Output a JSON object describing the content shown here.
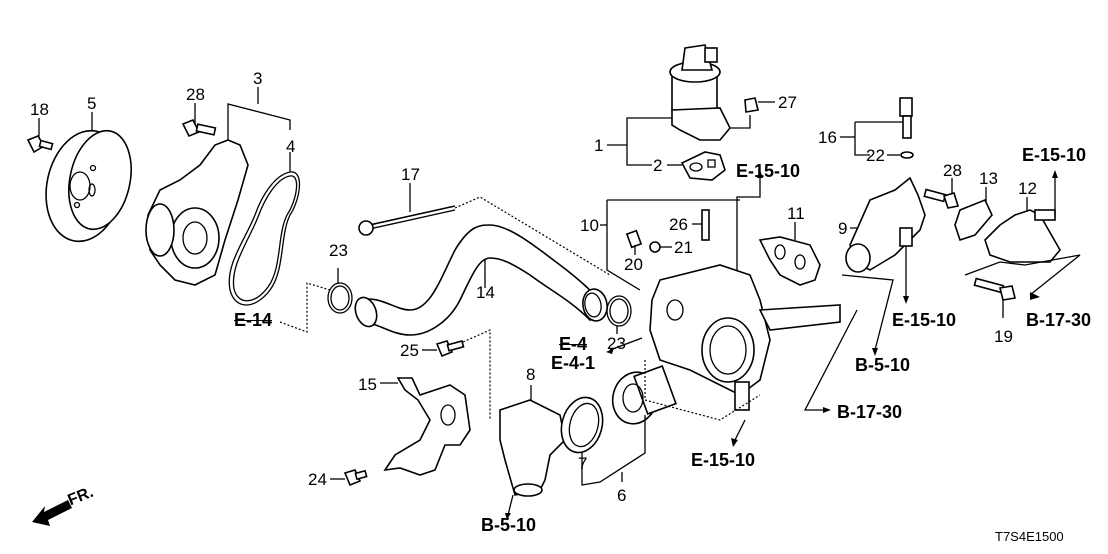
{
  "diagram": {
    "title": "Water pump / thermostat / EGR valve exploded parts diagram",
    "diagram_code": "T7S4E1500",
    "direction_indicator": "FR.",
    "part_callouts": [
      {
        "id": "p1",
        "label": "1",
        "part": "egr-valve-assembly"
      },
      {
        "id": "p2",
        "label": "2",
        "part": "egr-gasket"
      },
      {
        "id": "p3",
        "label": "3",
        "part": "water-pump-assembly"
      },
      {
        "id": "p4",
        "label": "4",
        "part": "water-pump-o-ring"
      },
      {
        "id": "p5",
        "label": "5",
        "part": "water-pump-pulley"
      },
      {
        "id": "p6",
        "label": "6",
        "part": "thermostat-assembly"
      },
      {
        "id": "p7",
        "label": "7",
        "part": "thermostat-seal"
      },
      {
        "id": "p8",
        "label": "8",
        "part": "thermostat-cover"
      },
      {
        "id": "p9",
        "label": "9",
        "part": "water-outlet"
      },
      {
        "id": "p10",
        "label": "10",
        "part": "water-passage-assembly"
      },
      {
        "id": "p11",
        "label": "11",
        "part": "water-passage-gasket"
      },
      {
        "id": "p12",
        "label": "12",
        "part": "water-bypass-joint"
      },
      {
        "id": "p13",
        "label": "13",
        "part": "bypass-gasket"
      },
      {
        "id": "p14",
        "label": "14",
        "part": "connecting-pipe"
      },
      {
        "id": "p15",
        "label": "15",
        "part": "pipe-bracket"
      },
      {
        "id": "p16",
        "label": "16",
        "part": "coolant-temperature-sensor"
      },
      {
        "id": "p17",
        "label": "17",
        "part": "stud-bolt"
      },
      {
        "id": "p18",
        "label": "18",
        "part": "flange-bolt"
      },
      {
        "id": "p19",
        "label": "19",
        "part": "flange-bolt"
      },
      {
        "id": "p20",
        "label": "20",
        "part": "plug"
      },
      {
        "id": "p21",
        "label": "21",
        "part": "washer"
      },
      {
        "id": "p22",
        "label": "22",
        "part": "washer"
      },
      {
        "id": "p23a",
        "label": "23",
        "part": "o-ring"
      },
      {
        "id": "p23b",
        "label": "23",
        "part": "o-ring"
      },
      {
        "id": "p24",
        "label": "24",
        "part": "stud-bolt"
      },
      {
        "id": "p25",
        "label": "25",
        "part": "flange-nut"
      },
      {
        "id": "p26",
        "label": "26",
        "part": "flange-bolt"
      },
      {
        "id": "p27",
        "label": "27",
        "part": "flange-bolt"
      },
      {
        "id": "p28a",
        "label": "28",
        "part": "flange-bolt"
      },
      {
        "id": "p28b",
        "label": "28",
        "part": "flange-bolt"
      }
    ],
    "reference_links": [
      {
        "id": "r1",
        "label": "E-15-10"
      },
      {
        "id": "r2",
        "label": "E-15-10"
      },
      {
        "id": "r3",
        "label": "E-15-10"
      },
      {
        "id": "r4",
        "label": "E-15-10"
      },
      {
        "id": "r5",
        "label": "B-17-30"
      },
      {
        "id": "r6",
        "label": "B-17-30"
      },
      {
        "id": "r7",
        "label": "B-5-10"
      },
      {
        "id": "r8",
        "label": "B-5-10"
      },
      {
        "id": "r9",
        "label": "E-14"
      },
      {
        "id": "r10",
        "label": "E-4"
      },
      {
        "id": "r11",
        "label": "E-4-1"
      }
    ]
  }
}
